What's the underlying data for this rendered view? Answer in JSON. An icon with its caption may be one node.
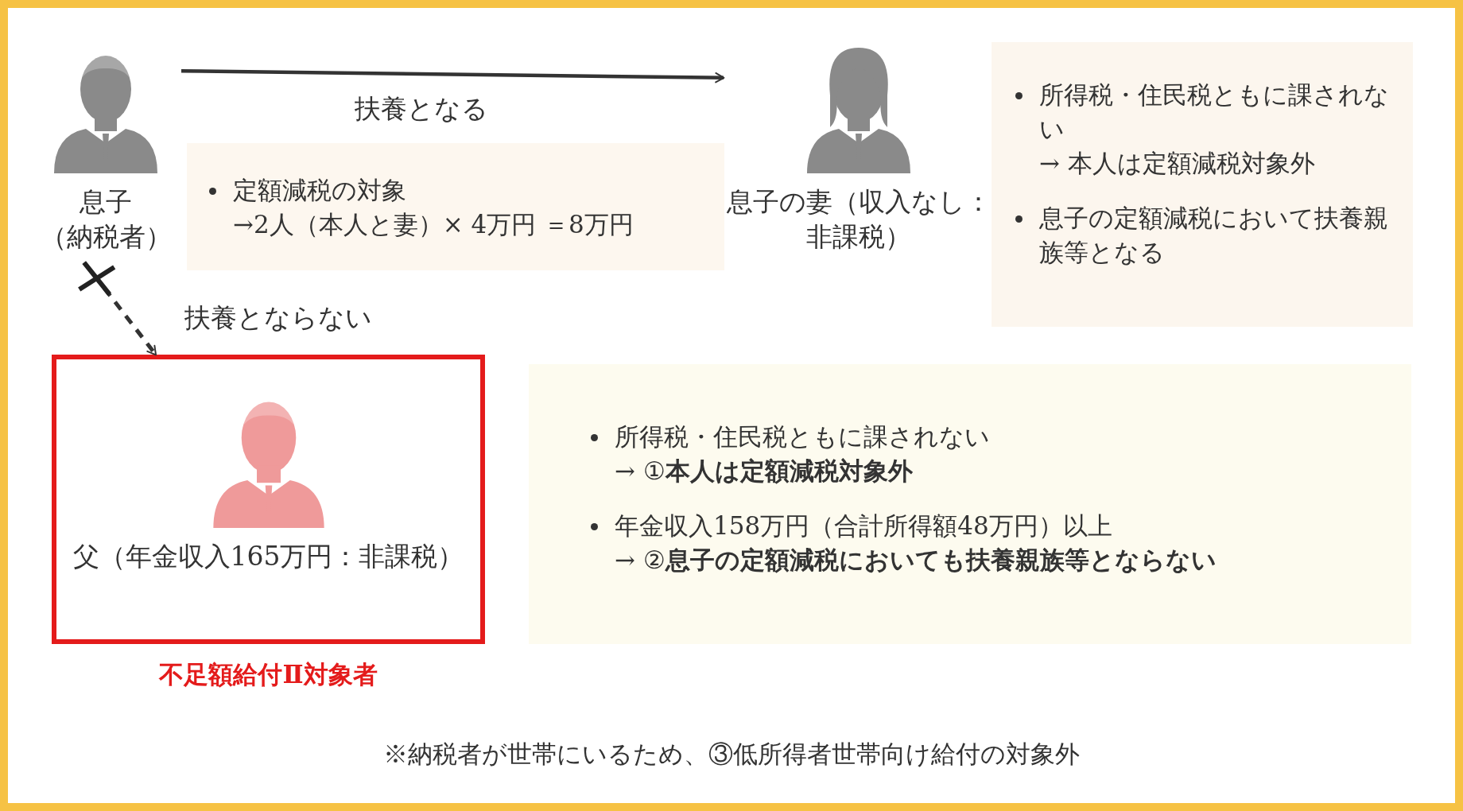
{
  "diagram": {
    "nodes": [
      {
        "text": [
          "息子（納税者）"
        ]
      },
      {
        "text": [
          "息子の妻（収入なし：非課税）"
        ]
      },
      {
        "text": [
          "定額減税の対象",
          "→2人（本人と妻）× 4万円 ＝8万円"
        ]
      },
      {
        "text": [
          "所得税・住民税ともに課されない",
          "→ 本人は定額減税対象外",
          "息子の定額減税において扶養親族等となる"
        ]
      },
      {
        "text": [
          "父（年金収入165万円：非課税）"
        ],
        "beside": [
          "不足額給付Ⅱ対象者"
        ]
      },
      {
        "text": [
          "所得税・住民税ともに課されない",
          "→ ①**本人は定額減税対象外**",
          "年金収入158万円（合計所得額48万円）以上",
          "→ ②**息子の定額減税においても扶養親族等とならない**"
        ]
      }
    ],
    "edges": [
      {
        "from": 0,
        "to": 1,
        "arrow": "to",
        "label": "扶養となる"
      },
      {
        "from": 0,
        "to": 4,
        "arrow": "to",
        "label": "扶養とならない",
        "style": "dashed"
      }
    ],
    "labels": [
      "※納税者が世帯にいるため、③低所得者世帯向け給付の対象外"
    ]
  }
}
